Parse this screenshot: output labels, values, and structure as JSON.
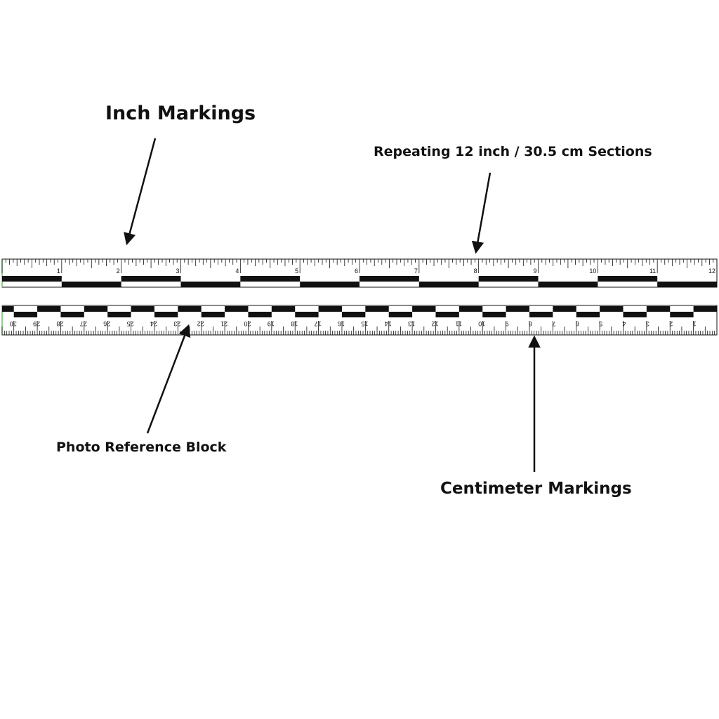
{
  "callouts": {
    "inch_markings": "Inch Markings",
    "repeating_sections": "Repeating 12 inch / 30.5 cm Sections",
    "photo_reference_block": "Photo Reference Block",
    "centimeter_markings": "Centimeter Markings"
  },
  "inch_scale": {
    "labels": [
      "1",
      "2",
      "3",
      "4",
      "5",
      "6",
      "7",
      "8",
      "9",
      "10",
      "11",
      "12"
    ],
    "length_in": 12,
    "subdivisions_per_unit": 16
  },
  "cm_scale": {
    "labels": [
      "1",
      "2",
      "3",
      "4",
      "5",
      "6",
      "7",
      "8",
      "9",
      "10",
      "11",
      "12",
      "13",
      "14",
      "15",
      "16",
      "17",
      "18",
      "19",
      "20",
      "21",
      "22",
      "23",
      "24",
      "25",
      "26",
      "27",
      "28",
      "29",
      "30"
    ],
    "length_cm": 30.5,
    "subdivisions_per_unit": 10,
    "numbers_rotated": true
  },
  "colors": {
    "ink": "#111111",
    "background": "#ffffff",
    "edge_line": "#6abf69"
  }
}
